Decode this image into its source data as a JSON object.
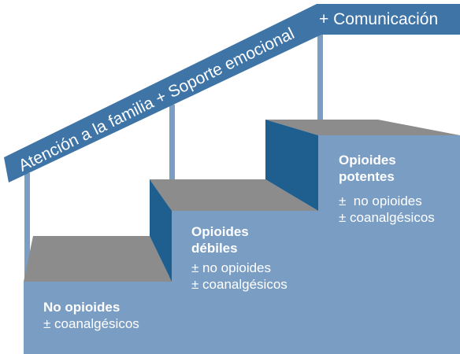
{
  "banner": {
    "diagonal": "Atención a la familia + Soporte emocional",
    "horizontal": "+ Comunicación"
  },
  "steps": [
    {
      "title": "No opioides",
      "title_line2": "",
      "line1": "± coanalgésicos",
      "line2": ""
    },
    {
      "title": "Opioides",
      "title_line2": "débiles",
      "line1": "± no opioides",
      "line2": "± coanalgésicos"
    },
    {
      "title": "Opioides",
      "title_line2": "potentes",
      "line1": "±  no opioides",
      "line2": "± coanalgésicos"
    }
  ],
  "colors": {
    "step_front": "#7a9dc3",
    "step_tread": "#8c8c8c",
    "step_riser": "#1f5f8f",
    "banner": "#3f74a6",
    "post": "#7a9dc3"
  }
}
